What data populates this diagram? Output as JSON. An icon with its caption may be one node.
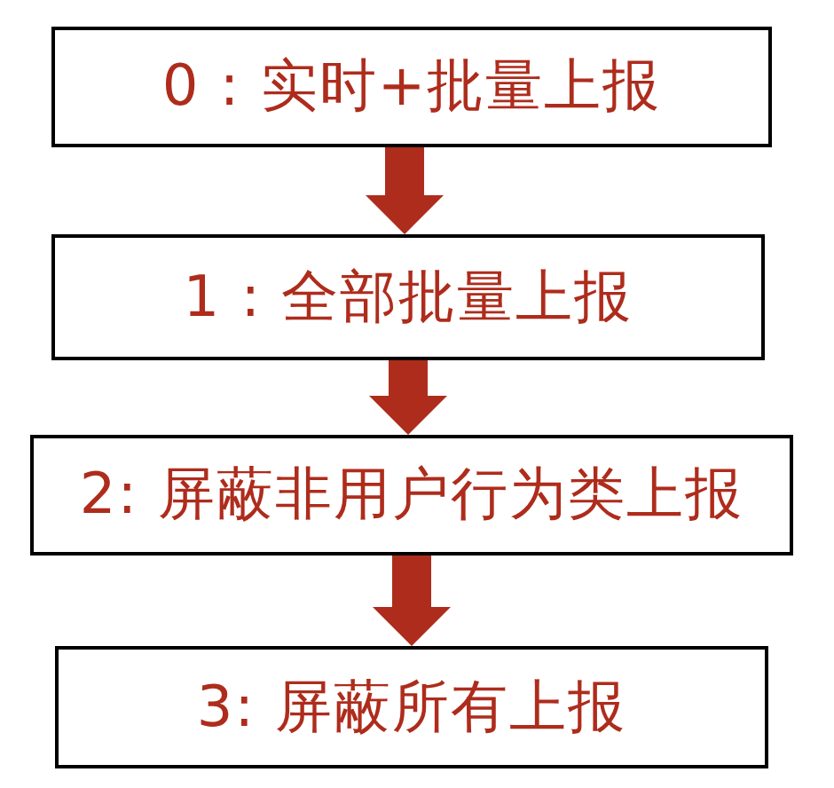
{
  "diagram": {
    "nodes": [
      {
        "text": [
          "0 : 实时+批量上报"
        ]
      },
      {
        "text": [
          "1 : 全部批量上报"
        ]
      },
      {
        "text": [
          "2: 屏蔽非用户行为类上报"
        ]
      },
      {
        "text": [
          "3: 屏蔽所有上报"
        ]
      }
    ],
    "edges": [
      {
        "from": 0,
        "to": 1,
        "arrow": "to",
        "style": "thick"
      },
      {
        "from": 1,
        "to": 2,
        "arrow": "to",
        "style": "thick"
      },
      {
        "from": 2,
        "to": 3,
        "arrow": "to",
        "style": "thick"
      }
    ]
  }
}
